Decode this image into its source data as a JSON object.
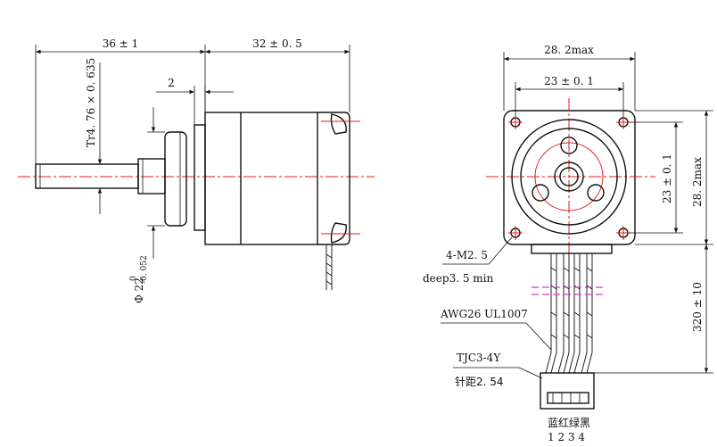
{
  "side_view": {
    "length_shaft": "36 ± 1",
    "length_body": "32 ± 0. 5",
    "step_width": "2",
    "thread": "Tr4. 76 × 0. 635",
    "diameter_main": "Φ 22",
    "diameter_tol_upper": "0",
    "diameter_tol_lower": "-0. 052"
  },
  "front_view": {
    "width_max": "28. 2max",
    "hole_spacing_h": "23 ± 0. 1",
    "hole_spacing_v": "23 ± 0. 1",
    "height_max": "28. 2max",
    "lead_length": "320 ± 10",
    "screw_thread": "4-M2. 5",
    "screw_depth": "deep3. 5 min",
    "wire_spec": "AWG26  UL1007",
    "connector": "TJC3-4Y",
    "pitch": "针距2. 54",
    "wire_colors": "蓝红绿黑",
    "pin_numbers": "1 2 3 4"
  }
}
